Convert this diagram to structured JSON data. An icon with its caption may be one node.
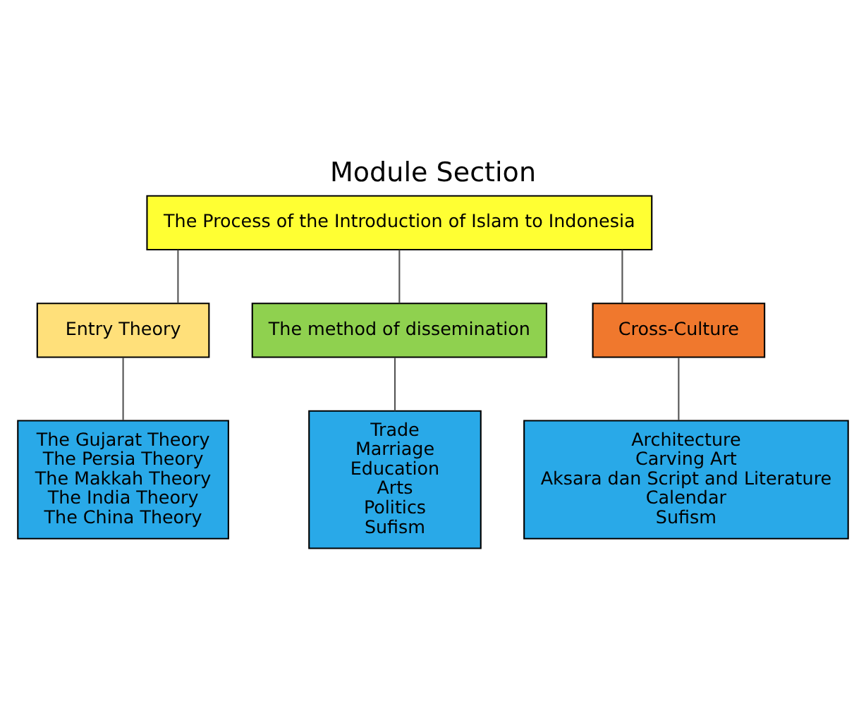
{
  "diagram": {
    "title": "Module Section",
    "nodes": [
      {
        "text": [
          "The Process of the Introduction of Islam to Indonesia"
        ]
      },
      {
        "text": [
          "Entry Theory"
        ]
      },
      {
        "text": [
          "The method of dissemination"
        ]
      },
      {
        "text": [
          "Cross-Culture"
        ]
      },
      {
        "text": [
          "The Gujarat Theory",
          "The Persia Theory",
          "The Makkah Theory",
          "The India Theory",
          "The China Theory"
        ]
      },
      {
        "text": [
          "Trade",
          "Marriage",
          "Education",
          "Arts",
          "Politics",
          "Sufism"
        ]
      },
      {
        "text": [
          "Architecture",
          "Carving Art",
          "Aksara dan Script and Literature",
          "Calendar",
          "Sufism"
        ]
      }
    ],
    "edges": [
      {
        "from": 0,
        "to": 1,
        "arrow": "none"
      },
      {
        "from": 0,
        "to": 2,
        "arrow": "none"
      },
      {
        "from": 0,
        "to": 3,
        "arrow": "none"
      },
      {
        "from": 1,
        "to": 4,
        "arrow": "none"
      },
      {
        "from": 2,
        "to": 5,
        "arrow": "none"
      },
      {
        "from": 3,
        "to": 6,
        "arrow": "none"
      }
    ]
  }
}
